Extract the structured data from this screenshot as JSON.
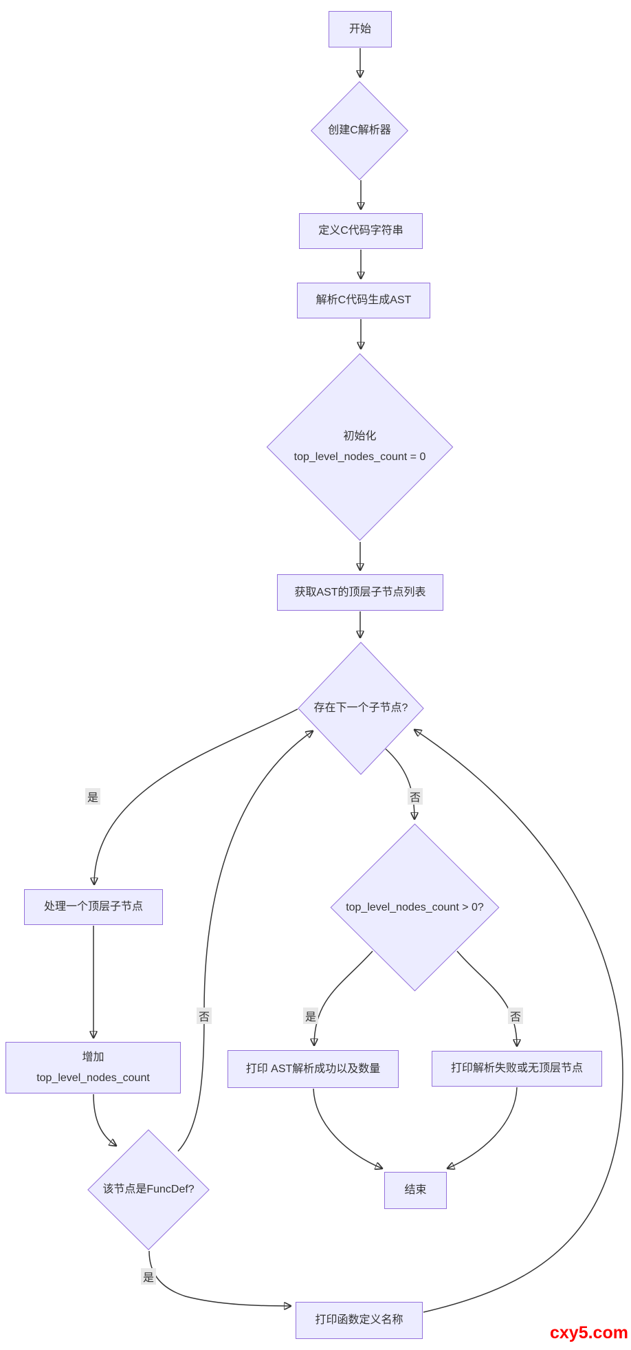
{
  "diagram": {
    "type": "flowchart",
    "colors": {
      "node_fill": "#ECECFF",
      "node_border": "#9370DB",
      "edge": "#333333",
      "edge_label_bg": "#e8e8e8",
      "text": "#333333",
      "watermark": "#ff0000"
    }
  },
  "nodes": {
    "start": {
      "shape": "rect",
      "label": "开始"
    },
    "create_parser": {
      "shape": "diamond",
      "label": "创建C解析器"
    },
    "define_code": {
      "shape": "rect",
      "label": "定义C代码字符串"
    },
    "parse_ast": {
      "shape": "rect",
      "label": "解析C代码生成AST"
    },
    "init_count": {
      "shape": "diamond",
      "line1": "初始化",
      "line2": "top_level_nodes_count = 0"
    },
    "get_children": {
      "shape": "rect",
      "label": "获取AST的顶层子节点列表"
    },
    "has_next": {
      "shape": "diamond",
      "label": "存在下一个子节点?"
    },
    "process_node": {
      "shape": "rect",
      "label": "处理一个顶层子节点"
    },
    "count_gt_zero": {
      "shape": "diamond",
      "label": "top_level_nodes_count > 0?"
    },
    "increment": {
      "shape": "rect",
      "line1": "增加",
      "line2": "top_level_nodes_count"
    },
    "print_success": {
      "shape": "rect",
      "label": "打印 AST解析成功以及数量"
    },
    "print_fail": {
      "shape": "rect",
      "label": "打印解析失败或无顶层节点"
    },
    "is_funcdef": {
      "shape": "diamond",
      "label": "该节点是FuncDef?"
    },
    "end": {
      "shape": "rect",
      "label": "结束"
    },
    "print_funcname": {
      "shape": "rect",
      "label": "打印函数定义名称"
    }
  },
  "edge_labels": {
    "yes_left": "是",
    "no_right": "否",
    "no_return": "否",
    "yes_success": "是",
    "no_fail": "否",
    "yes_funcdef": "是"
  },
  "watermark": {
    "text": "cxy5.com"
  }
}
